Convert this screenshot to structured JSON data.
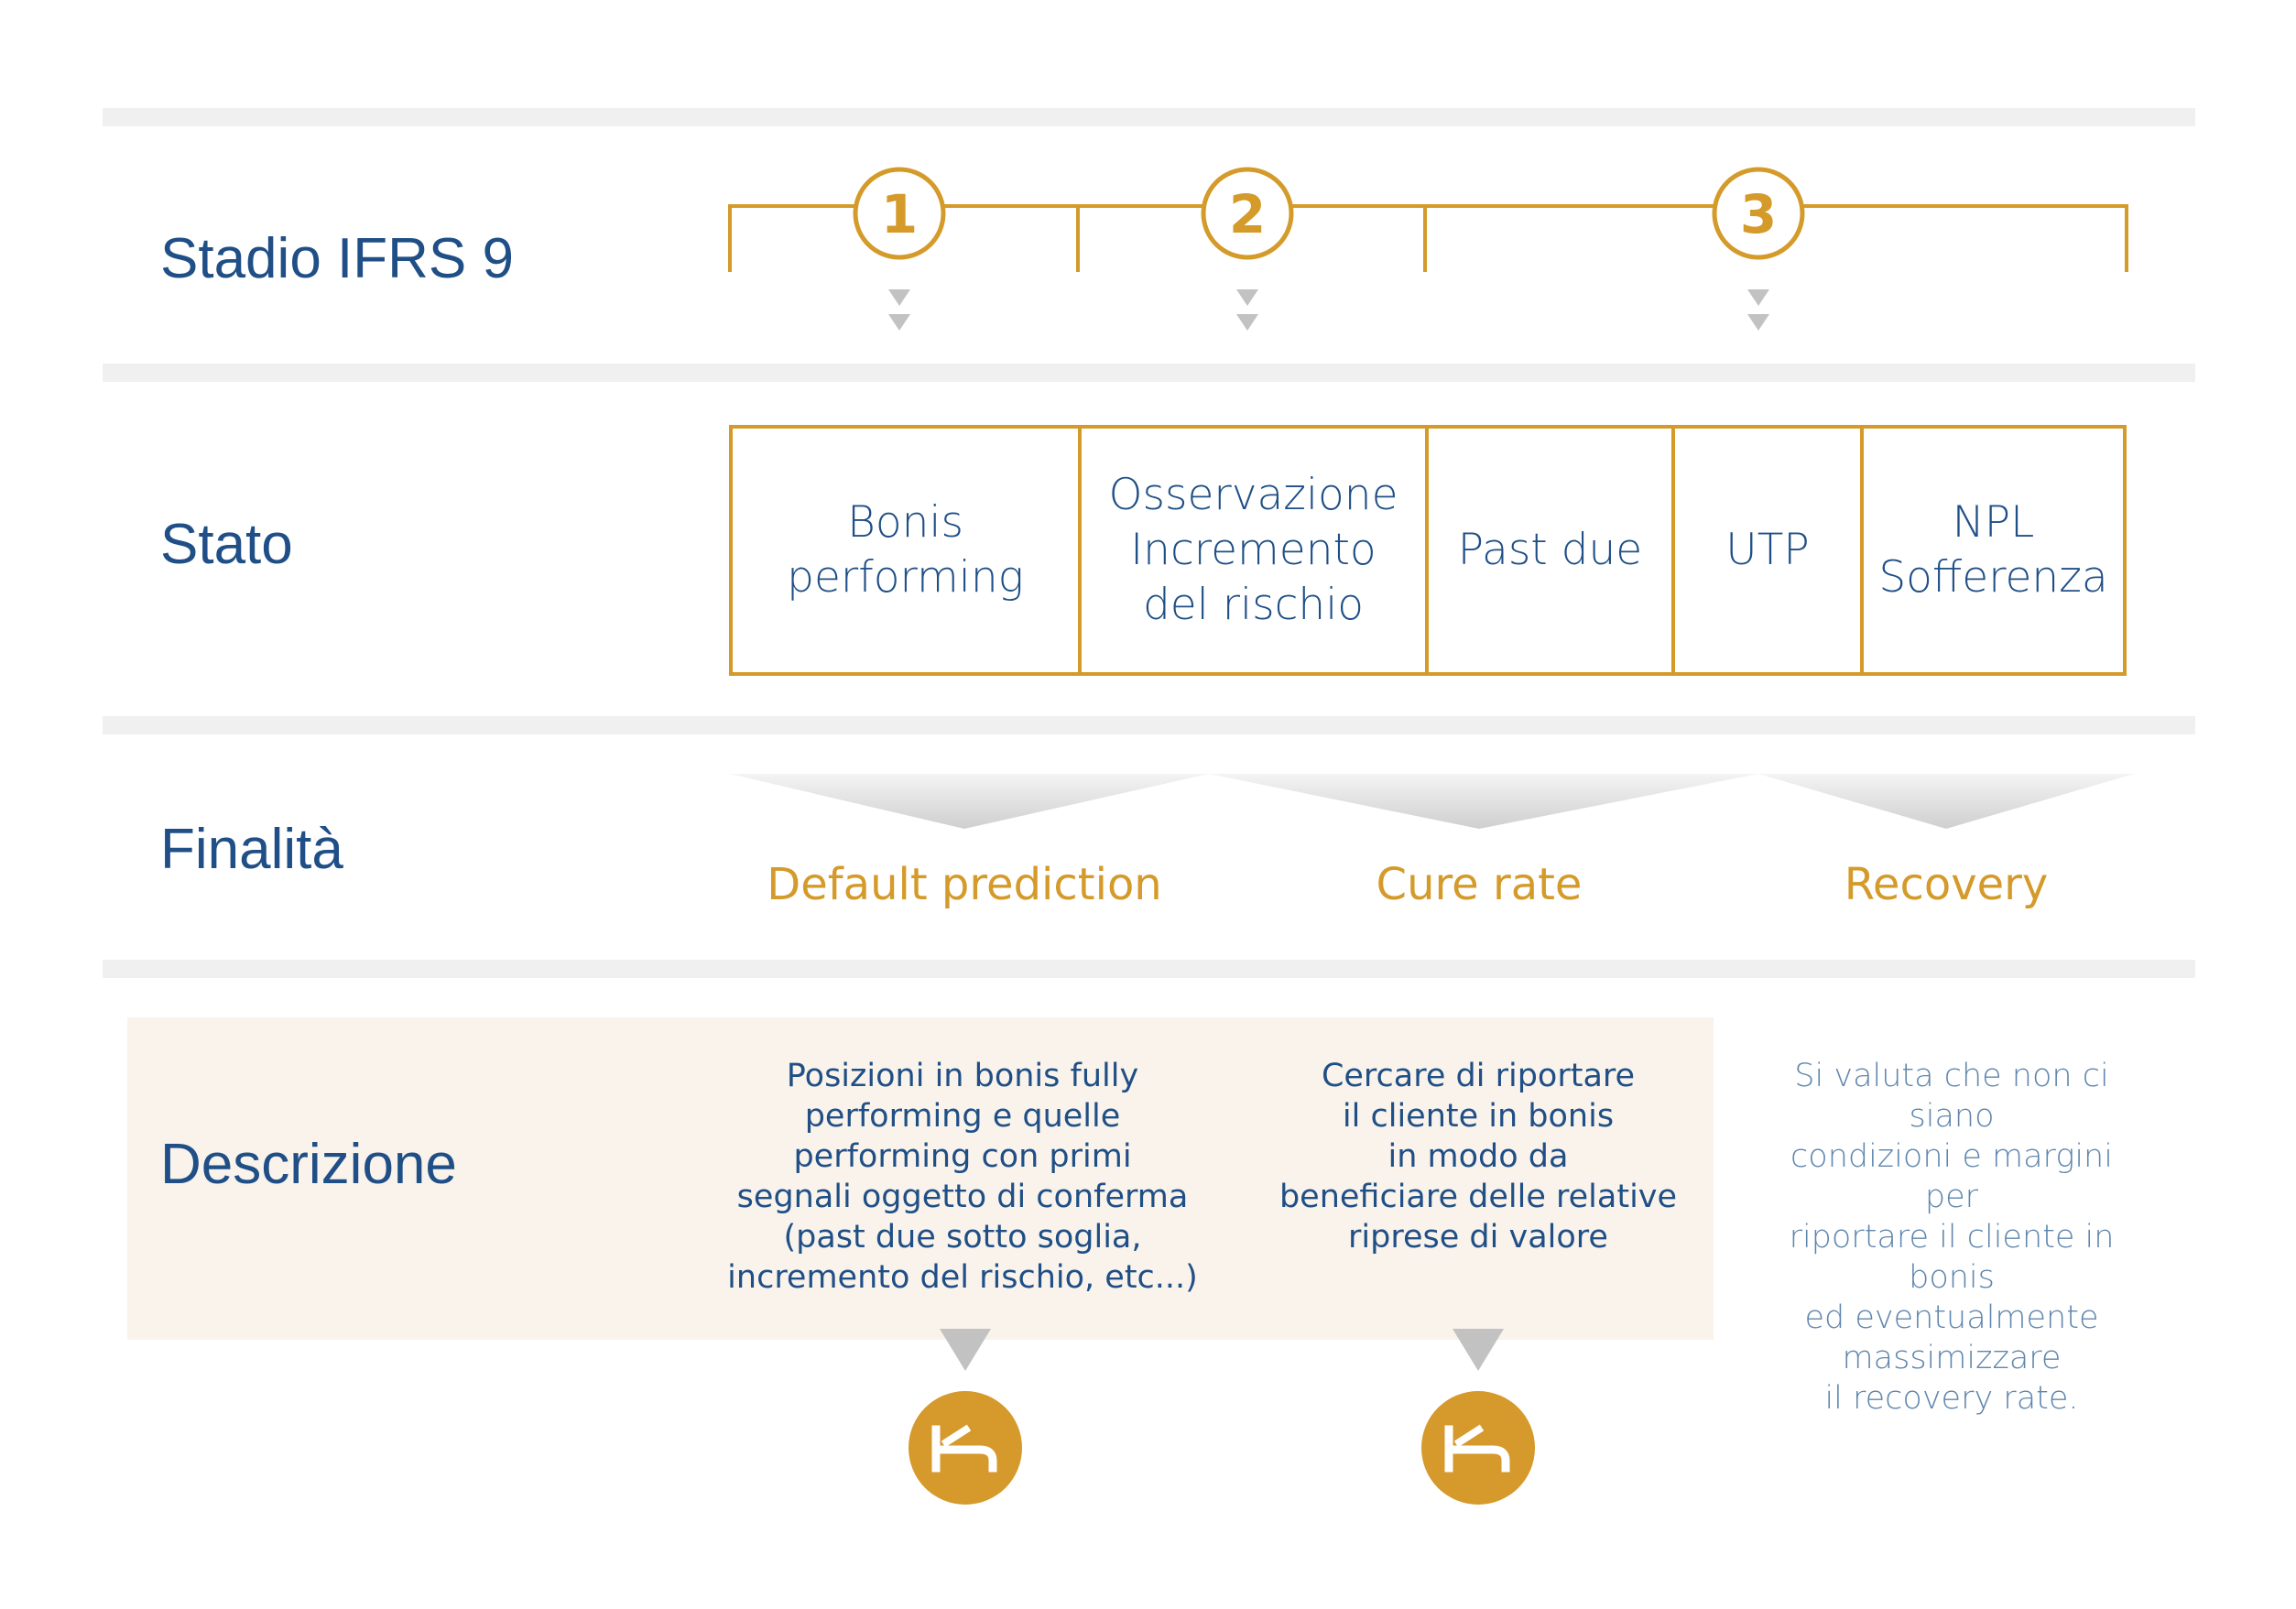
{
  "rows": {
    "stadio": "Stadio IFRS 9",
    "stato": "Stato",
    "finalita": "Finalità",
    "descrizione": "Descrizione"
  },
  "stages": [
    "1",
    "2",
    "3"
  ],
  "states": [
    "Bonis\nperforming",
    "Osservazione\nIncremento\ndel rischio",
    "Past due",
    "UTP",
    "NPL\nSofferenza"
  ],
  "finalita": [
    "Default prediction",
    "Cure rate",
    "Recovery"
  ],
  "descriptions": [
    "Posizioni in bonis fully\nperforming e quelle\nperforming con primi\nsegnali oggetto di conferma\n(past due sotto soglia,\nincremento del rischio, etc...)",
    "Cercare di riportare\nil cliente in bonis\nin modo da\nbeneficiare delle relative\nriprese di valore",
    "Si valuta che non ci siano\ncondizioni e margini per\nriportare il cliente in bonis\ned eventualmente\nmassimizzare\nil recovery rate."
  ],
  "colors": {
    "accent": "#d49a2a",
    "text_blue": "#1f4f86",
    "band": "#f0f0f0",
    "desc_bg": "#f9f3ec",
    "arrow_gray": "#c2c2c2"
  },
  "icons": [
    "down-arrow-icon",
    "k-logo-icon"
  ]
}
